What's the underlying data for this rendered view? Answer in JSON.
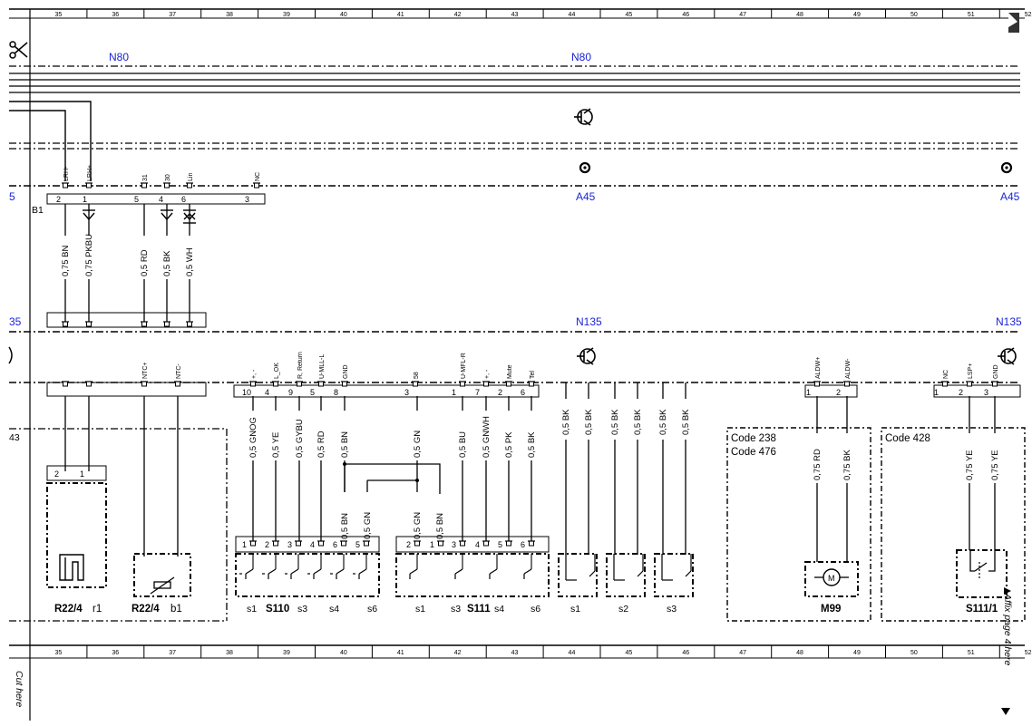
{
  "ruler": {
    "columns": [
      "35",
      "36",
      "37",
      "38",
      "39",
      "40",
      "41",
      "42",
      "43",
      "44",
      "45",
      "46",
      "47",
      "48",
      "49",
      "50",
      "51",
      "52"
    ]
  },
  "buses": {
    "n80_left": "N80",
    "n80_mid": "N80",
    "a45_left": "5",
    "a45_mid": "A45",
    "a45_right": "A45",
    "n135_left": "35",
    "n135_mid": "N135",
    "n135_right": "N135",
    "left_43": "43"
  },
  "connector_b1": {
    "label": "B1",
    "pins": [
      {
        "name": "LRH-",
        "num": "2"
      },
      {
        "name": "LRH+",
        "num": "1"
      },
      {
        "name": "31",
        "num": "5"
      },
      {
        "name": "30",
        "num": "4"
      },
      {
        "name": "Lin",
        "num": "6"
      },
      {
        "name": "NC",
        "num": "3"
      }
    ]
  },
  "upper_wires": [
    "0,75 BN",
    "0,75 PKBU",
    "0,5 RD",
    "0,5 BK",
    "0,5 WH"
  ],
  "n135_pins": [
    {
      "name": "NTC+"
    },
    {
      "name": "NTC-"
    },
    {
      "name": "+, -",
      "num": "10"
    },
    {
      "name": "L_OK",
      "num": "4"
    },
    {
      "name": "R, Return",
      "num": "9"
    },
    {
      "name": "U-MLL-L",
      "num": "5"
    },
    {
      "name": "GND",
      "num": "8"
    },
    {
      "name": "58",
      "num": "3"
    },
    {
      "name": "U-MFL-R",
      "num": "1"
    },
    {
      "name": "+, -",
      "num": "7"
    },
    {
      "name": "Mute",
      "num": "2"
    },
    {
      "name": "Tel",
      "num": "6"
    },
    {
      "name": "ALDW+",
      "num": "1"
    },
    {
      "name": "ALDW-",
      "num": "2"
    },
    {
      "name": "NC",
      "num": "1"
    },
    {
      "name": "LSP+",
      "num": "2"
    },
    {
      "name": "GND",
      "num": "3"
    }
  ],
  "lower_wires": {
    "s110": [
      "0,5 GNOG",
      "0,5 YE",
      "0,5 GYBU",
      "0,5 RD",
      "0,5 BN"
    ],
    "bridge_left": [
      "0,5 BN",
      "0,5 GN"
    ],
    "mid_gn": "0,5 GN",
    "bridge_right": [
      "0,5 GN",
      "0,5 BN"
    ],
    "s111": [
      "0,5 BU",
      "0,5 GNWH",
      "0,5 PK",
      "0,5 BK"
    ],
    "bk_pairs": [
      "0,5 BK",
      "0,5 BK",
      "0,5 BK",
      "0,5 BK",
      "0,5 BK",
      "0,5 BK"
    ],
    "m99": [
      "0,75 RD",
      "0,75 BK"
    ],
    "s111_1": [
      "0,75 YE",
      "0,75 YE"
    ]
  },
  "components": {
    "r22_4_r1": {
      "name": "R22/4",
      "sub": "r1",
      "pins": [
        "2",
        "1"
      ]
    },
    "r22_4_b1": {
      "name": "R22/4",
      "sub": "b1"
    },
    "s110": {
      "name": "S110",
      "pins": [
        "1",
        "2",
        "3",
        "4",
        "6",
        "5"
      ],
      "switches": [
        "s1",
        "s3",
        "s4",
        "s6"
      ]
    },
    "s111": {
      "name": "S111",
      "pins": [
        "2",
        "1",
        "3",
        "4",
        "5",
        "6"
      ],
      "switches": [
        "s1",
        "s3",
        "s4",
        "s6"
      ]
    },
    "single_switches": [
      "s1",
      "s2",
      "s3"
    ],
    "m99": {
      "name": "M99",
      "code1": "Code 238",
      "code2": "Code 476",
      "motor": "M"
    },
    "s111_1": {
      "name": "S111/1",
      "code": "Code 428"
    }
  },
  "margin_notes": {
    "cut": "Cut here",
    "affix": "Affix page 4 here"
  },
  "colors": {
    "bus_label": "#1a24d6",
    "line": "#000000"
  }
}
